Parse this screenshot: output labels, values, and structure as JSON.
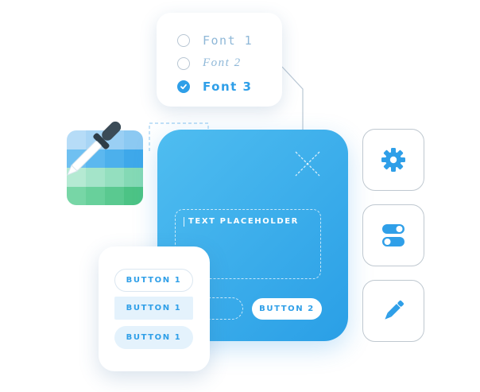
{
  "font_picker": {
    "options": [
      {
        "label": "Font 1",
        "checked": false
      },
      {
        "label": "Font 2",
        "checked": false
      },
      {
        "label": "Font 3",
        "checked": true
      }
    ]
  },
  "palette": {
    "colors": [
      "#b6dcf7",
      "#a8d5f5",
      "#9acff4",
      "#8cc9f2",
      "#6fc0f1",
      "#5cb8ef",
      "#4cb0ec",
      "#3ea8ea",
      "#b5ead3",
      "#a4e4c9",
      "#94dfbf",
      "#84d9b5",
      "#77d6a6",
      "#68d09b",
      "#5ac990",
      "#4cc385"
    ]
  },
  "main_card": {
    "text_placeholder": "TEXT PLACEHOLDER",
    "button2_label": "BUTTON 2"
  },
  "buttons_card": {
    "buttons": [
      "BUTTON 1",
      "BUTTON 1",
      "BUTTON 1"
    ]
  },
  "tools": [
    {
      "icon": "gear-icon"
    },
    {
      "icon": "toggle-icon"
    },
    {
      "icon": "pencil-icon"
    }
  ],
  "colors": {
    "accent": "#2f9fe8",
    "accent_light": "#e4f2fc",
    "card_gradient_start": "#4fbdf0",
    "card_gradient_end": "#2a9fe6"
  }
}
